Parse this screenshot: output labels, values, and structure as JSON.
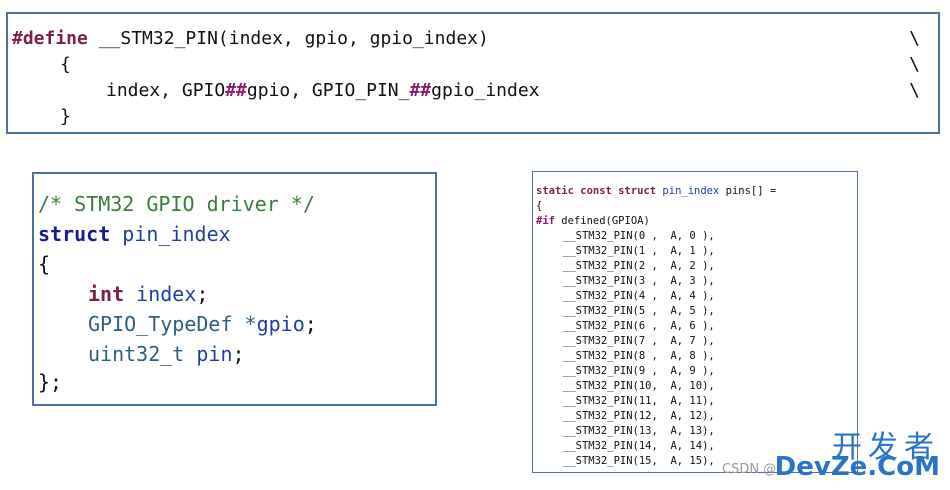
{
  "define_block": {
    "line1": {
      "keyword": "#define",
      "text": " __STM32_PIN(index, gpio, gpio_index)"
    },
    "line2": "{",
    "line3": {
      "a": "index, GPIO",
      "op1": "##",
      "b": "gpio, GPIO_PIN_",
      "op2": "##",
      "c": "gpio_index"
    },
    "line4": "}",
    "continuation": "\\"
  },
  "struct_block": {
    "comment": "/* STM32 GPIO driver */",
    "kw_struct": "struct",
    "struct_name": " pin_index",
    "open_brace": "{",
    "field1": {
      "type": "int",
      "name": " index",
      "end": ";"
    },
    "field2": {
      "type": "GPIO_TypeDef *",
      "name": "gpio",
      "end": ";"
    },
    "field3": {
      "type": "uint32_t ",
      "name": "pin",
      "end": ";"
    },
    "close_brace": "};"
  },
  "pins_block": {
    "decl_kw": "static const struct",
    "decl_type": " pin_index",
    "decl_rest": " pins[] =",
    "open_brace": "{",
    "ifdef_kw": "#if",
    "ifdef_rest": " defined(GPIOA)",
    "entries": [
      "__STM32_PIN(0 ,  A, 0 ),",
      "__STM32_PIN(1 ,  A, 1 ),",
      "__STM32_PIN(2 ,  A, 2 ),",
      "__STM32_PIN(3 ,  A, 3 ),",
      "__STM32_PIN(4 ,  A, 4 ),",
      "__STM32_PIN(5 ,  A, 5 ),",
      "__STM32_PIN(6 ,  A, 6 ),",
      "__STM32_PIN(7 ,  A, 7 ),",
      "__STM32_PIN(8 ,  A, 8 ),",
      "__STM32_PIN(9 ,  A, 9 ),",
      "__STM32_PIN(10,  A, 10),",
      "__STM32_PIN(11,  A, 11),",
      "__STM32_PIN(12,  A, 12),",
      "__STM32_PIN(13,  A, 13),",
      "__STM32_PIN(14,  A, 14),",
      "__STM32_PIN(15,  A, 15),"
    ]
  },
  "watermark": {
    "cn": "开发者",
    "en": "DevZe.CoM",
    "csdn": "CSDN @"
  },
  "colors": {
    "border": "#4f6fa8",
    "keyword": "#7b1f4b",
    "comment": "#3a7d3a",
    "identifier": "#1f3fa0",
    "watermark": "#2a74c8"
  }
}
